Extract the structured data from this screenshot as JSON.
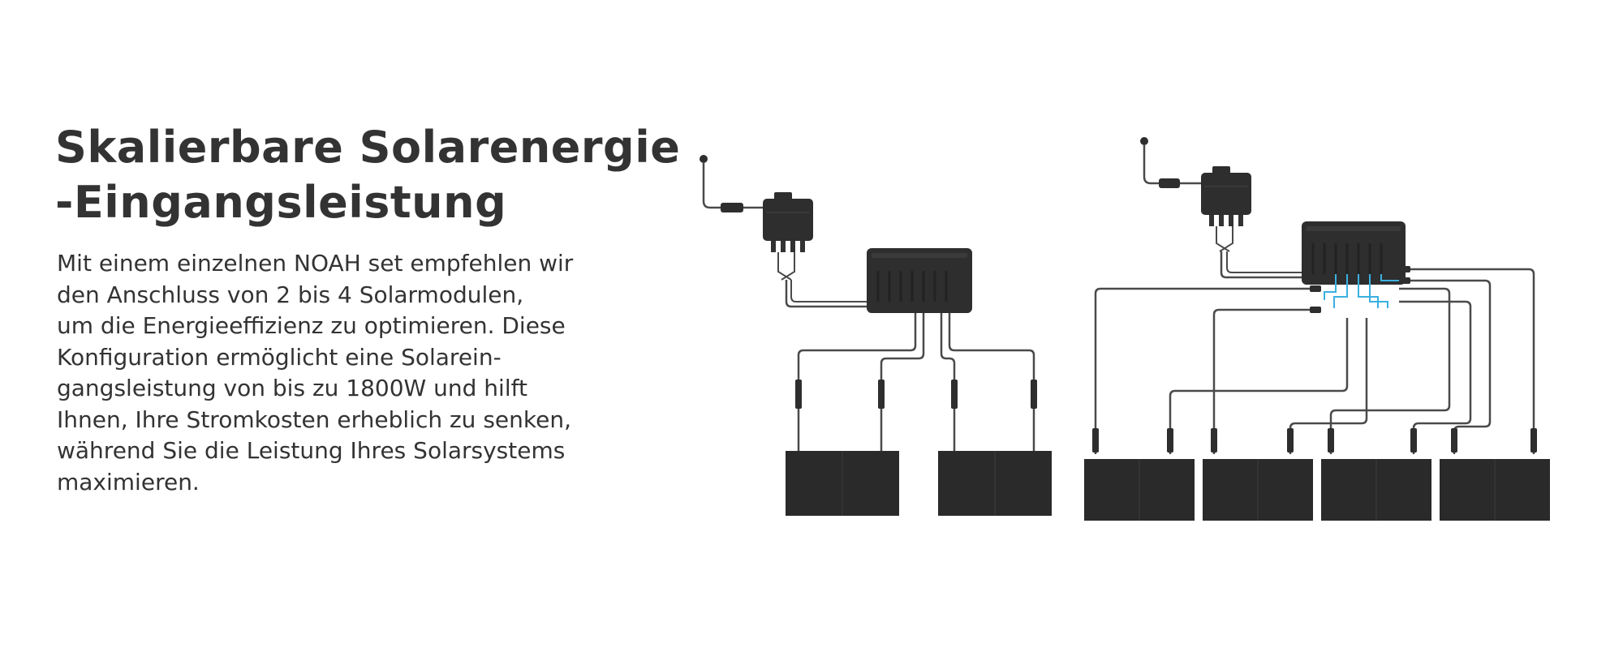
{
  "headline": {
    "line1": "Skalierbare Solarenergie",
    "line2": "-Eingangsleistung"
  },
  "body": {
    "lines": [
      "Mit einem einzelnen NOAH set empfehlen wir",
      "den Anschluss von 2 bis 4 Solarmodulen,",
      "um die Energieeffizienz zu optimieren. Diese",
      "Konfiguration ermöglicht eine Solarein-",
      "gangsleistung von bis zu 1800W und hilft",
      "Ihnen, Ihre Stromkosten erheblich zu senken,",
      "während Sie die Leistung Ihres Solarsystems",
      "maximieren."
    ]
  },
  "diagram": {
    "left_setup": {
      "panel_count": 2
    },
    "right_setup": {
      "panel_count": 4
    },
    "colors": {
      "device": "#2e2e2e",
      "panel": "#2a2a2a",
      "cable": "#4a4a4a",
      "highlight_cable": "#3ab0e0"
    }
  }
}
